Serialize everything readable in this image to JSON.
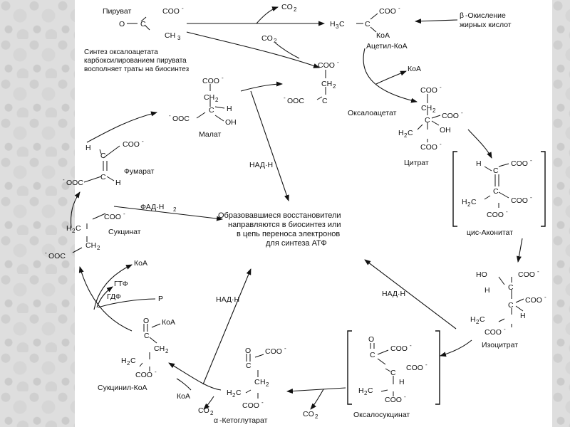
{
  "molecules": {
    "pyruvate": {
      "name": "Пируват",
      "o": "O",
      "coo": "COO",
      "c": "C",
      "ch": "CH",
      "three": "3"
    },
    "acetylcoa": {
      "h": "H",
      "three": "3",
      "c": "C",
      "coo": "COO",
      "koa": "КоА",
      "name": "Ацетил-КоА"
    },
    "oxaloacetate": {
      "coo": "COO",
      "c": "C",
      "ch": "CH",
      "two": "2",
      "ooc": "OOC",
      "name": "Оксалоацетат"
    },
    "citrate": {
      "coo": "COO",
      "ch": "CH",
      "two": "2",
      "c": "C",
      "oh": "OH",
      "h": "H",
      "name": "Цитрат"
    },
    "cisaconitate": {
      "h": "H",
      "c": "C",
      "coo": "COO",
      "two": "2",
      "name": "цис-Аконитат"
    },
    "isocitrate": {
      "ho": "HO",
      "h": "H",
      "c": "C",
      "coo": "COO",
      "two": "2",
      "name": "Изоцитрат"
    },
    "oxalosuccinate": {
      "o": "O",
      "c": "C",
      "coo": "COO",
      "h": "H",
      "two": "2",
      "name": "Оксалосукцинат"
    },
    "ketoglutarate": {
      "o": "O",
      "c": "C",
      "coo": "COO",
      "h": "H",
      "two": "2",
      "alpha": "α",
      "name": "-Кетоглутарат"
    },
    "succinylcoa": {
      "o": "O",
      "c": "C",
      "koa": "КоА",
      "ch": "CH",
      "h": "H",
      "two": "2",
      "coo": "COO",
      "name": "Сукцинил-КоА"
    },
    "succinate": {
      "h": "H",
      "two": "2",
      "c": "C",
      "coo": "COO",
      "ooc": "OOC",
      "ch": "CH",
      "name": "Сукцинат"
    },
    "fumarate": {
      "h": "H",
      "c": "C",
      "coo": "COO",
      "ooc": "OOC",
      "name": "Фумарат"
    },
    "malate": {
      "coo": "COO",
      "ch": "CH",
      "two": "2",
      "c": "C",
      "h": "H",
      "ooc": "OOC",
      "oh": "OH",
      "name": "Малат"
    }
  },
  "cofactors": {
    "co": "CO",
    "two": "2",
    "koa": "КоА",
    "nadh": "НАД·Н",
    "fadh": "ФАД·Н",
    "gtp": "ГТФ",
    "gdp": "ГДФ",
    "p": "Р"
  },
  "beta_oxidation": {
    "beta": "β",
    "line1": "-Окисление",
    "line2": "жирных кислот"
  },
  "oxaloacetate_note": [
    "Синтез оксалоацетата",
    "карбоксилированием пирувата",
    "восполняет траты на биосинтез"
  ],
  "reductants_note": [
    "Образовавшиеся восстановители",
    "направляются в биосинтез или",
    "в цепь переноса электронов",
    "для синтеза АТФ"
  ],
  "charges": {
    "minus": "-"
  },
  "colors": {
    "ink": "#111111",
    "page": "#ffffff",
    "margin": "#dedede"
  }
}
